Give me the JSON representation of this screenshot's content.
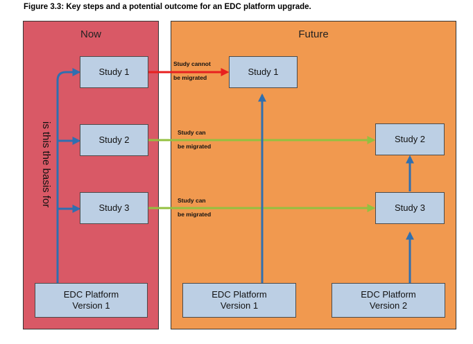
{
  "caption": "Figure 3.3: Key steps and a potential outcome for an EDC platform upgrade.",
  "panels": {
    "now": {
      "title": "Now",
      "vertical_text": "is this the basis for"
    },
    "future": {
      "title": "Future"
    }
  },
  "boxes": {
    "now_study_1": "Study 1",
    "now_study_2": "Study 2",
    "now_study_3": "Study 3",
    "now_platform": {
      "line1": "EDC Platform",
      "line2": "Version 1"
    },
    "future_study_1": "Study 1",
    "future_study_2": "Study 2",
    "future_study_3": "Study 3",
    "future_platform_v1": {
      "line1": "EDC Platform",
      "line2": "Version 1"
    },
    "future_platform_v2": {
      "line1": "EDC Platform",
      "line2": "Version 2"
    }
  },
  "arrow_labels": {
    "study_1": {
      "line1": "Study cannot",
      "line2": "be migrated"
    },
    "study_2": {
      "line1": "Study can",
      "line2": "be migrated"
    },
    "study_3": {
      "line1": "Study can",
      "line2": "be migrated"
    }
  },
  "colors": {
    "now_panel": "#d95966",
    "future_panel": "#f1994f",
    "box": "#bccfe4",
    "blue_arrow": "#2f6fb0",
    "red_arrow": "#e8201f",
    "green_arrow": "#93c040"
  }
}
